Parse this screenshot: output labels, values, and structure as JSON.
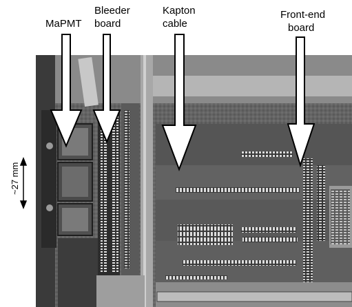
{
  "labels": {
    "mapmt": "MaPMT",
    "bleeder_line1": "Bleeder",
    "bleeder_line2": "board",
    "kapton_line1": "Kapton",
    "kapton_line2": "cable",
    "frontend_line1": "Front-end",
    "frontend_line2": "board",
    "scale": "~27 mm"
  },
  "colors": {
    "arrow_fill": "#ffffff",
    "arrow_stroke": "#000000",
    "photo_dark": "#2a2a2a",
    "photo_mid": "#7a7a7a",
    "photo_light": "#cfcfcf"
  }
}
